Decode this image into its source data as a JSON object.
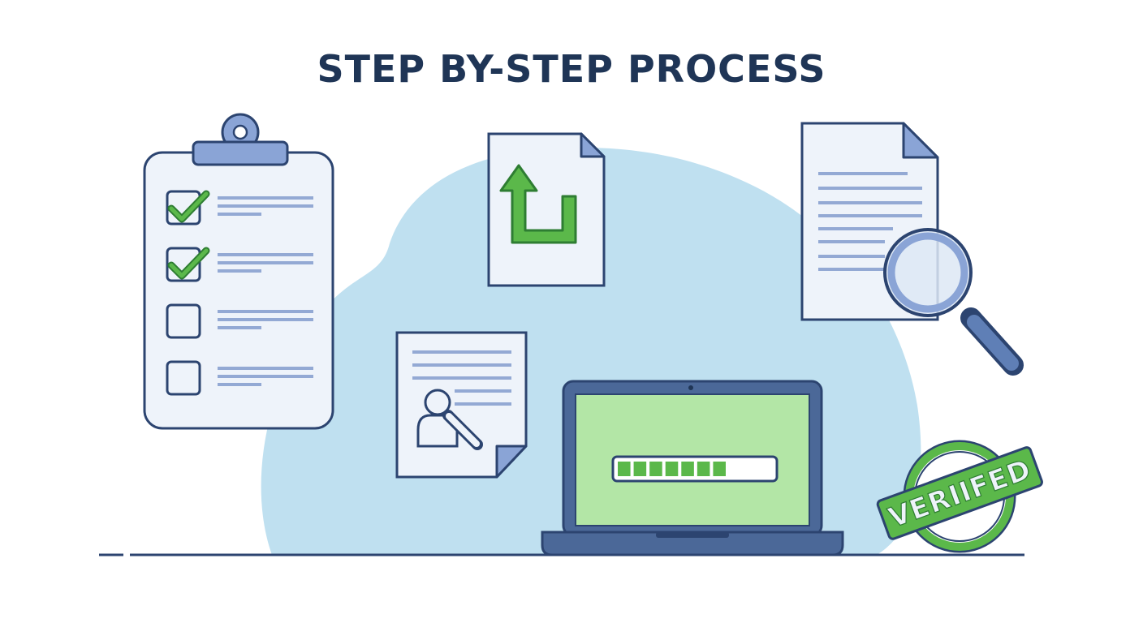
{
  "title": "STEP BY-STEP PROCESS",
  "checklist": {
    "items": [
      {
        "checked": true
      },
      {
        "checked": true
      },
      {
        "checked": false
      },
      {
        "checked": false
      }
    ]
  },
  "progress": {
    "fraction": 0.7,
    "segments_filled": 7
  },
  "stamp": {
    "label": "VERIIFED"
  },
  "icons": [
    "clipboard-checklist-icon",
    "document-upload-icon",
    "document-magnifier-icon",
    "id-document-icon",
    "laptop-progress-icon",
    "verified-stamp-icon"
  ],
  "colors": {
    "title": "#1f3556",
    "outline": "#2c4470",
    "paper": "#eef3fa",
    "blob": "#bfe0f0",
    "line": "#93a9d4",
    "accent_blue": "#8aa4d6",
    "green": "#5bb84a",
    "green_dark": "#2e7d32",
    "screen": "#b3e6a6"
  }
}
